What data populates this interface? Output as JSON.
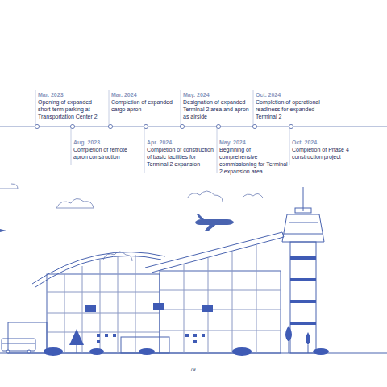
{
  "diagram": {
    "nodes": [
      {
        "text": [
          "Mar. 2023",
          "Opening of expanded short-term parking at Transportation Center 2"
        ]
      },
      {
        "text": [
          "Aug. 2023",
          "Completion of remote apron construction"
        ]
      },
      {
        "text": [
          "Mar. 2024",
          "Completion of expanded cargo apron"
        ]
      },
      {
        "text": [
          "Apr. 2024",
          "Completion of construction of basic facilities for Terminal 2 expansion"
        ]
      },
      {
        "text": [
          "May. 2024",
          "Designation of expanded Terminal 2 area and apron as airside"
        ]
      },
      {
        "text": [
          "May. 2024",
          "Beginning of comprehensive commissioning for Terminal 2 expansion area"
        ]
      },
      {
        "text": [
          "Oct. 2024",
          "Completion of operational readiness for expanded Terminal 2"
        ]
      },
      {
        "text": [
          "Oct. 2024",
          "Completion of Phase 4 construction project"
        ]
      }
    ],
    "labels": [
      "79"
    ]
  }
}
